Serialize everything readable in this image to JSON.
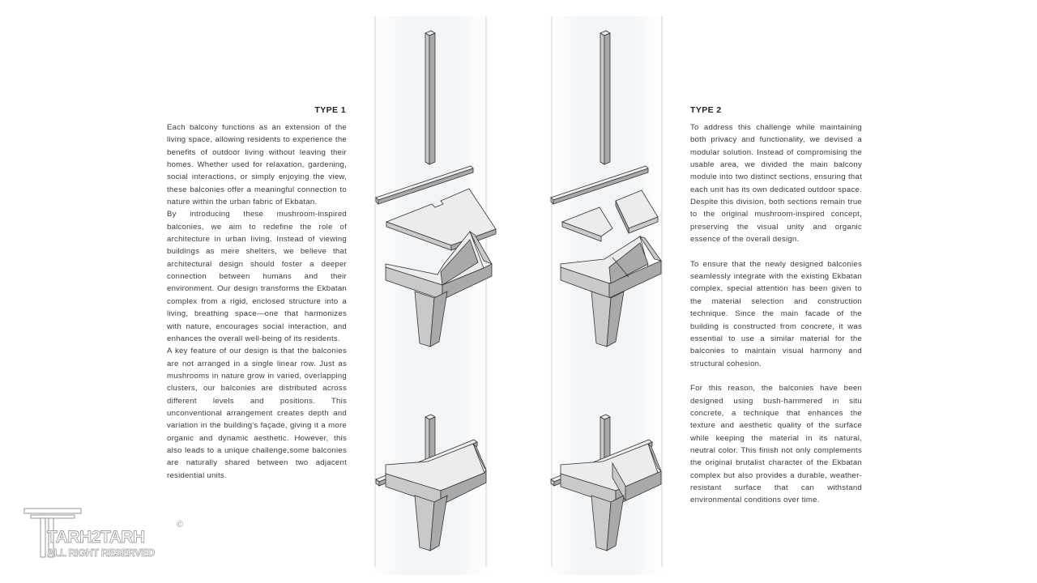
{
  "type1": {
    "heading": "TYPE 1",
    "paragraphs": [
      "Each balcony functions as an extension of the living space, allowing residents to experience the benefits of outdoor living without leaving their homes. Whether used for relaxation, gardening, social interactions, or simply enjoying the view, these balconies offer a meaningful connection to nature within the urban fabric of Ekbatan.",
      "By introducing these mushroom-inspired balconies, we aim to redefine the role of architecture in urban living. Instead of viewing buildings as mere shelters, we believe that architectural design should foster a deeper connection between humans and their environment. Our design transforms the Ekbatan complex from a rigid, enclosed structure into a living, breathing space—one that harmonizes with nature, encourages social interaction, and enhances the overall well-being of its residents.",
      "A key feature of our design is that the balconies are not arranged in a single linear row. Just as mushrooms in nature grow in varied, overlapping clusters, our balconies are distributed across different levels and positions. This unconventional arrangement creates depth and variation in the building's façade, giving it a more organic and dynamic aesthetic. However, this also leads to a unique challenge,some balconies are naturally shared between two adjacent residential units."
    ]
  },
  "type2": {
    "heading": "TYPE 2",
    "paragraphs": [
      "To address this challenge while maintaining both privacy and functionality, we devised a modular solution. Instead of compromising the usable area, we divided the main balcony module into two distinct sections, ensuring that each unit has its own dedicated outdoor space. Despite this division, both sections remain true to the original mushroom-inspired concept, preserving the visual unity and organic essence of the overall design.",
      "To ensure that the newly designed balconies seamlessly integrate with the existing Ekbatan complex, special attention has been given to the material selection and construction technique. Since the main facade of the building is constructed from concrete, it was essential to use a similar material for the balconies to maintain visual harmony and structural cohesion.",
      "For this reason, the balconies have been designed using bush-hammered in situ concrete, a technique that enhances the texture and aesthetic quality of the surface while keeping the material in its natural, neutral color. This finish not only complements the original brutalist character of the Ekbatan complex but also provides a durable, weather-resistant surface that can withstand environmental conditions over time."
    ]
  },
  "logo": {
    "name": "TARH2TARH",
    "tagline": "ALL RIGHT RESERVED",
    "copyright": "©"
  },
  "colors": {
    "concrete_light": "#ececec",
    "concrete_mid": "#c9c9c9",
    "concrete_dark": "#a9a9a9",
    "line": "#333333"
  }
}
